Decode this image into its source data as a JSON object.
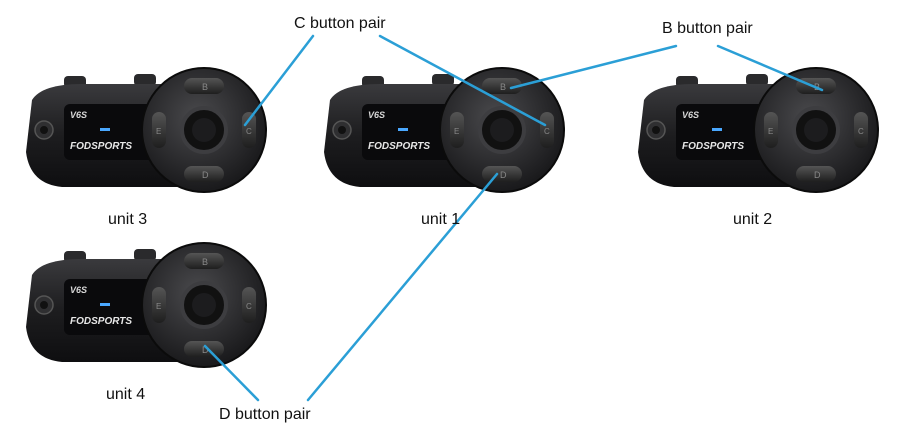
{
  "device": {
    "model_text": "V6S",
    "brand_text": "FODSPORTS",
    "button_letters": {
      "top": "B",
      "bottom": "D",
      "left": "E",
      "right": "C"
    }
  },
  "units": [
    {
      "id": "unit-1",
      "label": "unit 1"
    },
    {
      "id": "unit-2",
      "label": "unit 2"
    },
    {
      "id": "unit-3",
      "label": "unit 3"
    },
    {
      "id": "unit-4",
      "label": "unit 4"
    }
  ],
  "callouts": {
    "c_pair": "C button pair",
    "b_pair": "B button pair",
    "d_pair": "D button pair"
  },
  "colors": {
    "leader_line": "#2b9fd6",
    "device_body": "#1c1c1e",
    "screen_accent": "#4aa8ff"
  }
}
